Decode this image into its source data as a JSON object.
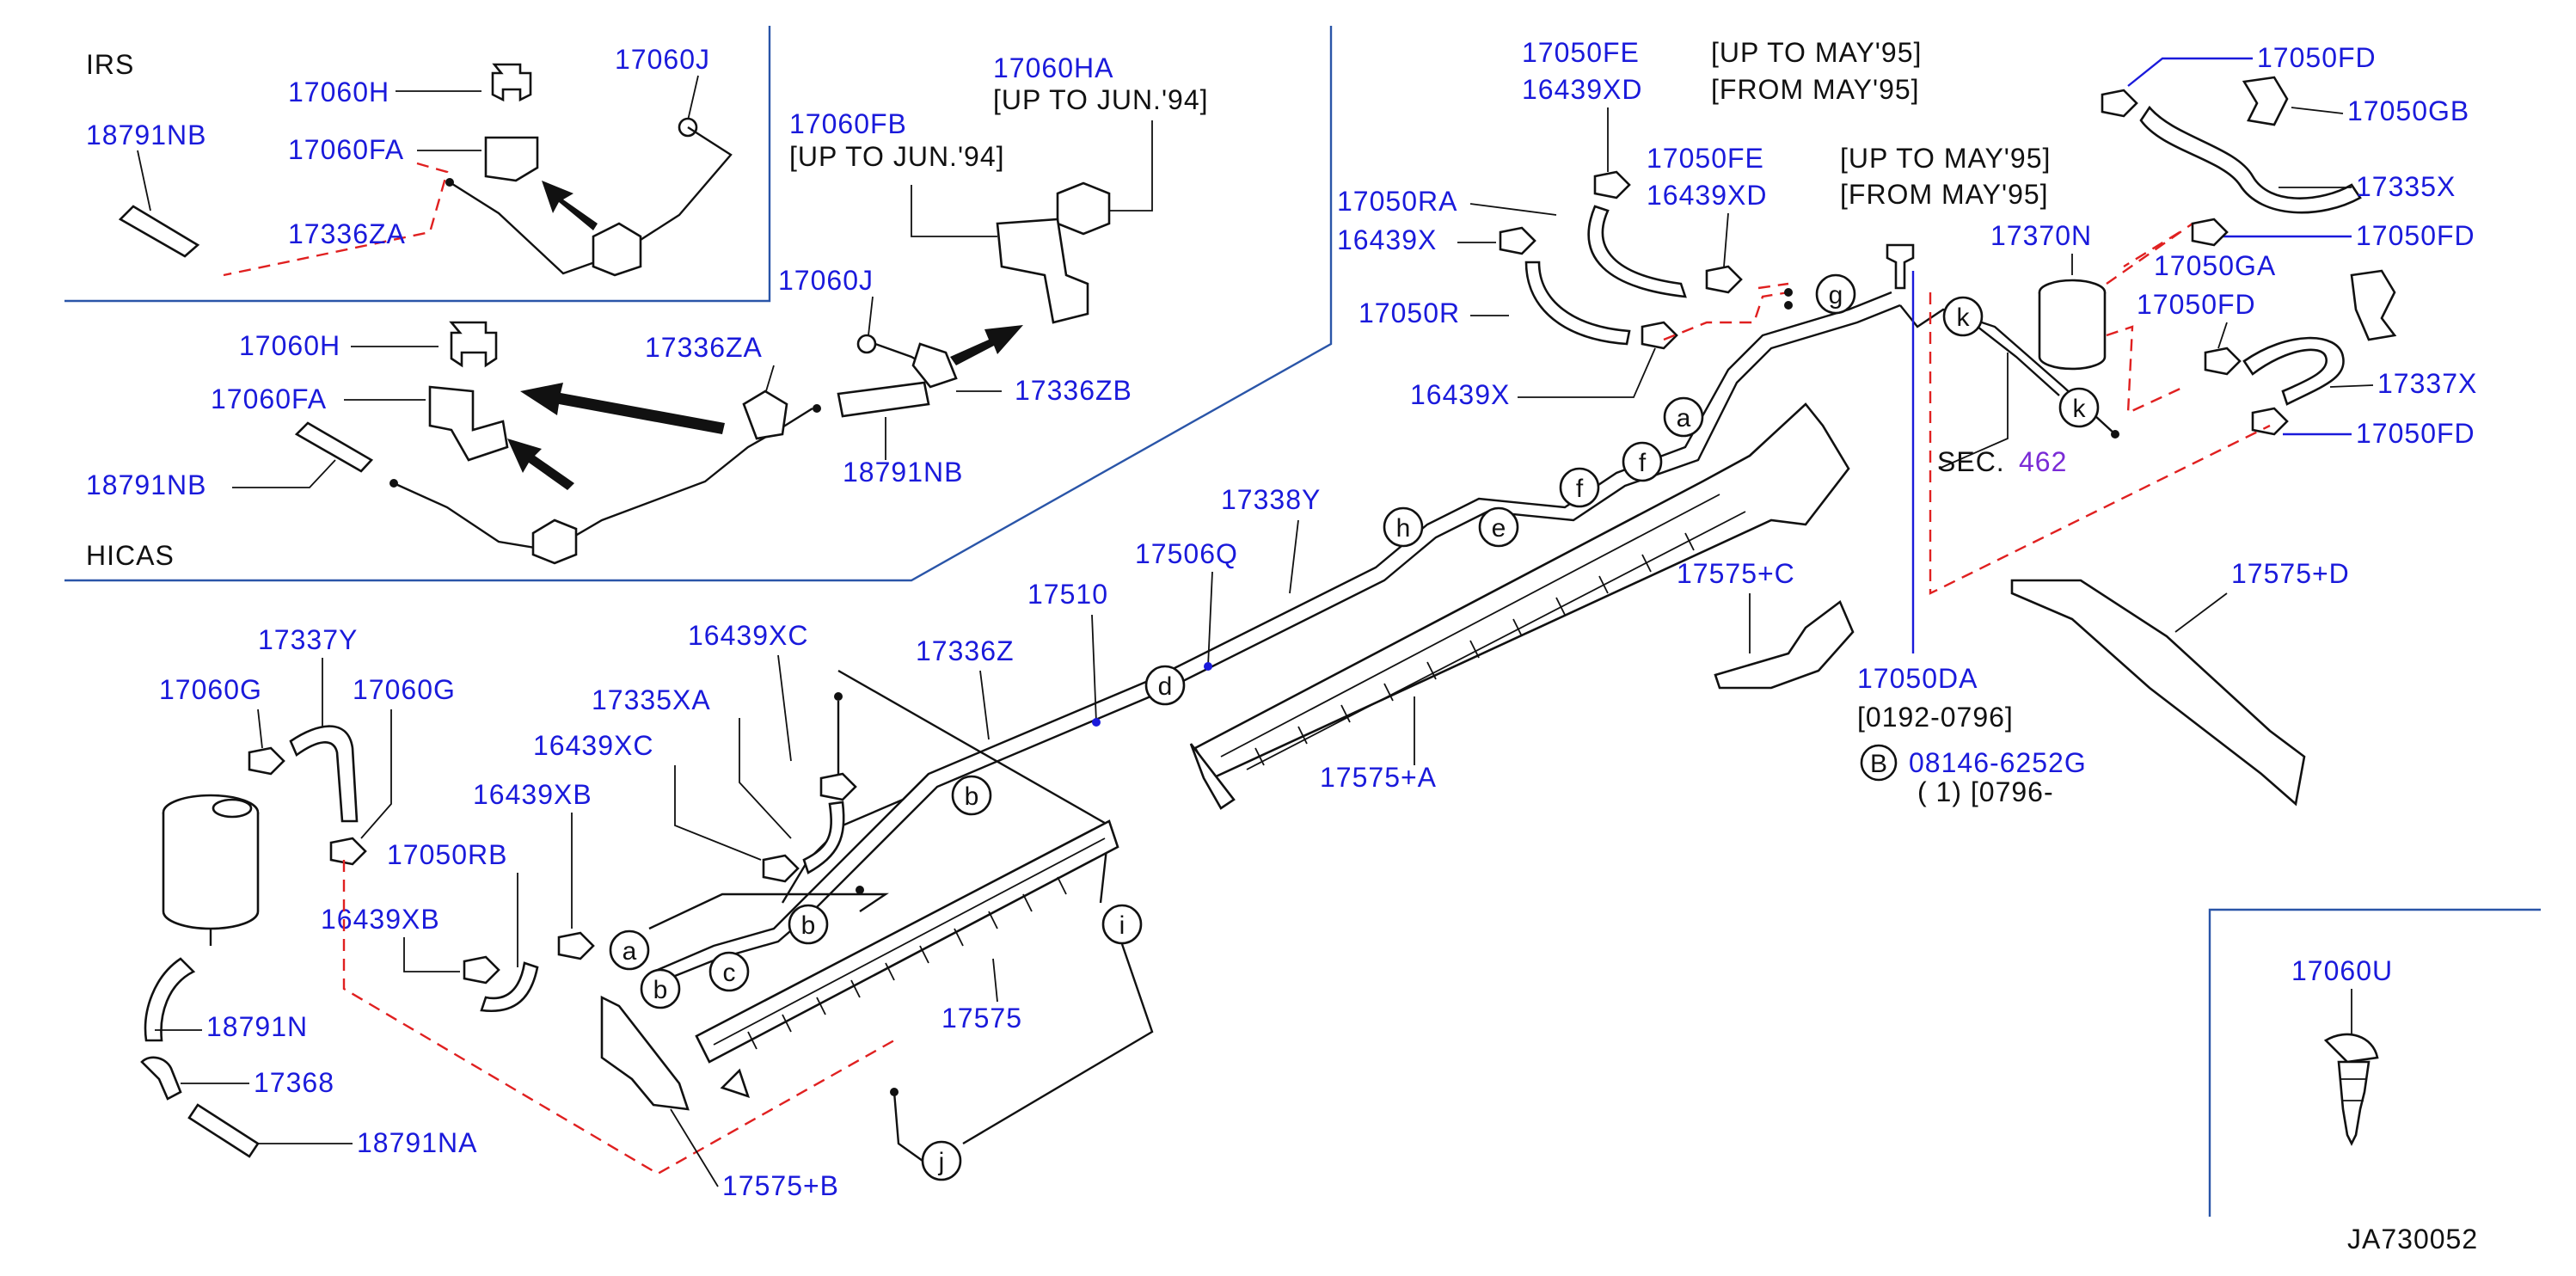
{
  "labels": {
    "irs": "IRS",
    "hicas": "HICAS",
    "l_17060H_a": "17060H",
    "l_17060J_a": "17060J",
    "l_18791NB_a": "18791NB",
    "l_17060FA_a": "17060FA",
    "l_17336ZA_a": "17336ZA",
    "l_17060FB": "17060FB",
    "l_upto_jun94_a": "[UP TO JUN.'94]",
    "l_17060HA": "17060HA",
    "l_upto_jun94_b": "[UP TO JUN.'94]",
    "l_17060J_b": "17060J",
    "l_17336ZB": "17336ZB",
    "l_17060H_b": "17060H",
    "l_17336ZA_b": "17336ZA",
    "l_17060FA_b": "17060FA",
    "l_18791NB_b": "18791NB",
    "l_18791NB_c": "18791NB",
    "l_17050FE_a": "17050FE",
    "l_16439XD_a": "16439XD",
    "l_upto_may95_a": "[UP TO MAY'95]",
    "l_from_may95_a": "[FROM MAY'95]",
    "l_17050FE_b": "17050FE",
    "l_16439XD_b": "16439XD",
    "l_17050RA": "17050RA",
    "l_16439X_a": "16439X",
    "l_17050R": "17050R",
    "l_16439X_b": "16439X",
    "l_upto_may95_b": "[UP TO MAY'95]",
    "l_from_may95_b": "[FROM MAY'95]",
    "l_17370N": "17370N",
    "l_17050FD_a": "17050FD",
    "l_17050GB": "17050GB",
    "l_17335X": "17335X",
    "l_17050FD_b": "17050FD",
    "l_17050GA": "17050GA",
    "l_17050FD_c": "17050FD",
    "l_17337X": "17337X",
    "l_17050FD_d": "17050FD",
    "l_sec": "SEC.",
    "l_sec_num": "462",
    "l_17338Y": "17338Y",
    "l_17506Q": "17506Q",
    "l_17510": "17510",
    "l_17336Z": "17336Z",
    "l_16439XC_a": "16439XC",
    "l_17335XA": "17335XA",
    "l_16439XC_b": "16439XC",
    "l_16439XB_a": "16439XB",
    "l_17050RB": "17050RB",
    "l_16439XB_b": "16439XB",
    "l_17337Y": "17337Y",
    "l_17060G_a": "17060G",
    "l_17060G_b": "17060G",
    "l_18791N": "18791N",
    "l_17368": "17368",
    "l_18791NA": "18791NA",
    "l_17575": "17575",
    "l_17575B": "17575+B",
    "l_17575A": "17575+A",
    "l_17575C": "17575+C",
    "l_17575D": "17575+D",
    "l_17050DA": "17050DA",
    "l_0192_0796": "[0192-0796]",
    "l_bolt_b": "B",
    "l_08146": "08146-6252G",
    "l_qty": "( 1) [0796-",
    "l_17060U": "17060U",
    "l_ref": "JA730052"
  },
  "callouts": {
    "a1": "a",
    "a2": "a",
    "b1": "b",
    "b2": "b",
    "b3": "b",
    "c": "c",
    "d": "d",
    "e": "e",
    "f1": "f",
    "f2": "f",
    "g": "g",
    "h": "h",
    "i": "i",
    "j": "j",
    "k1": "k",
    "k2": "k"
  },
  "colors": {
    "label_blue": "#1a1adb",
    "reference_red": "#e02020",
    "border_blue": "#2a55a8",
    "sec_purple": "#7a2bd6"
  }
}
